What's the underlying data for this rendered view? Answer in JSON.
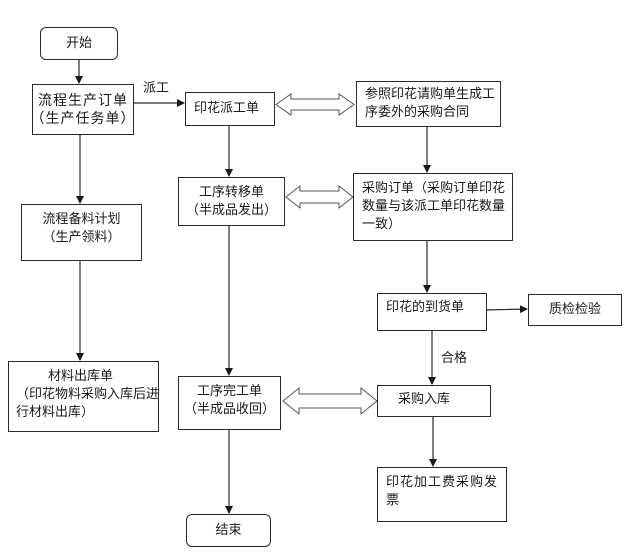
{
  "diagram": {
    "type": "flowchart",
    "nodes": {
      "start": {
        "lines": [
          "开始"
        ]
      },
      "production_order": {
        "lines": [
          "流程生产订单",
          "（生产任务单）"
        ]
      },
      "printing_dispatch": {
        "lines": [
          "印花派工单"
        ]
      },
      "purchase_contract": {
        "lines": [
          "参照印花请购单生成工",
          "序委外的采购合同"
        ]
      },
      "transfer_order": {
        "lines": [
          "工序转移单",
          "（半成品发出）"
        ]
      },
      "purchase_order": {
        "lines": [
          "采购订单（采购订单印花",
          "数量与该派工单印花数量",
          "一致）"
        ]
      },
      "material_plan": {
        "lines": [
          "流程备料计划",
          "（生产领料）"
        ]
      },
      "arrival_note": {
        "lines": [
          "印花的到货单"
        ]
      },
      "quality_check": {
        "lines": [
          "质检检验"
        ]
      },
      "material_issue": {
        "lines": [
          "材料出库单",
          "（印花物料采购入库后进",
          "行材料出库）"
        ]
      },
      "completion_order": {
        "lines": [
          "工序完工单",
          "（半成品收回）"
        ]
      },
      "purchase_inbound": {
        "lines": [
          "采购入库"
        ]
      },
      "purchase_invoice": {
        "lines": [
          "印花加工费采购发",
          "票"
        ]
      },
      "end": {
        "lines": [
          "结束"
        ]
      }
    },
    "edge_labels": {
      "dispatch": "派工",
      "qualified": "合格"
    },
    "edges": [
      {
        "from": "start",
        "to": "production_order",
        "kind": "arrow"
      },
      {
        "from": "production_order",
        "to": "printing_dispatch",
        "kind": "arrow",
        "label": "派工"
      },
      {
        "from": "production_order",
        "to": "material_plan",
        "kind": "arrow"
      },
      {
        "from": "material_plan",
        "to": "material_issue",
        "kind": "arrow"
      },
      {
        "from": "printing_dispatch",
        "to": "transfer_order",
        "kind": "arrow"
      },
      {
        "from": "transfer_order",
        "to": "completion_order",
        "kind": "arrow"
      },
      {
        "from": "completion_order",
        "to": "end",
        "kind": "arrow"
      },
      {
        "from": "printing_dispatch",
        "to": "purchase_contract",
        "kind": "double-block-arrow"
      },
      {
        "from": "transfer_order",
        "to": "purchase_order",
        "kind": "double-block-arrow"
      },
      {
        "from": "completion_order",
        "to": "purchase_inbound",
        "kind": "double-block-arrow"
      },
      {
        "from": "purchase_contract",
        "to": "purchase_order",
        "kind": "arrow"
      },
      {
        "from": "purchase_order",
        "to": "arrival_note",
        "kind": "arrow"
      },
      {
        "from": "arrival_note",
        "to": "quality_check",
        "kind": "arrow"
      },
      {
        "from": "arrival_note",
        "to": "purchase_inbound",
        "kind": "arrow",
        "label": "合格"
      },
      {
        "from": "purchase_inbound",
        "to": "purchase_invoice",
        "kind": "arrow"
      }
    ]
  }
}
